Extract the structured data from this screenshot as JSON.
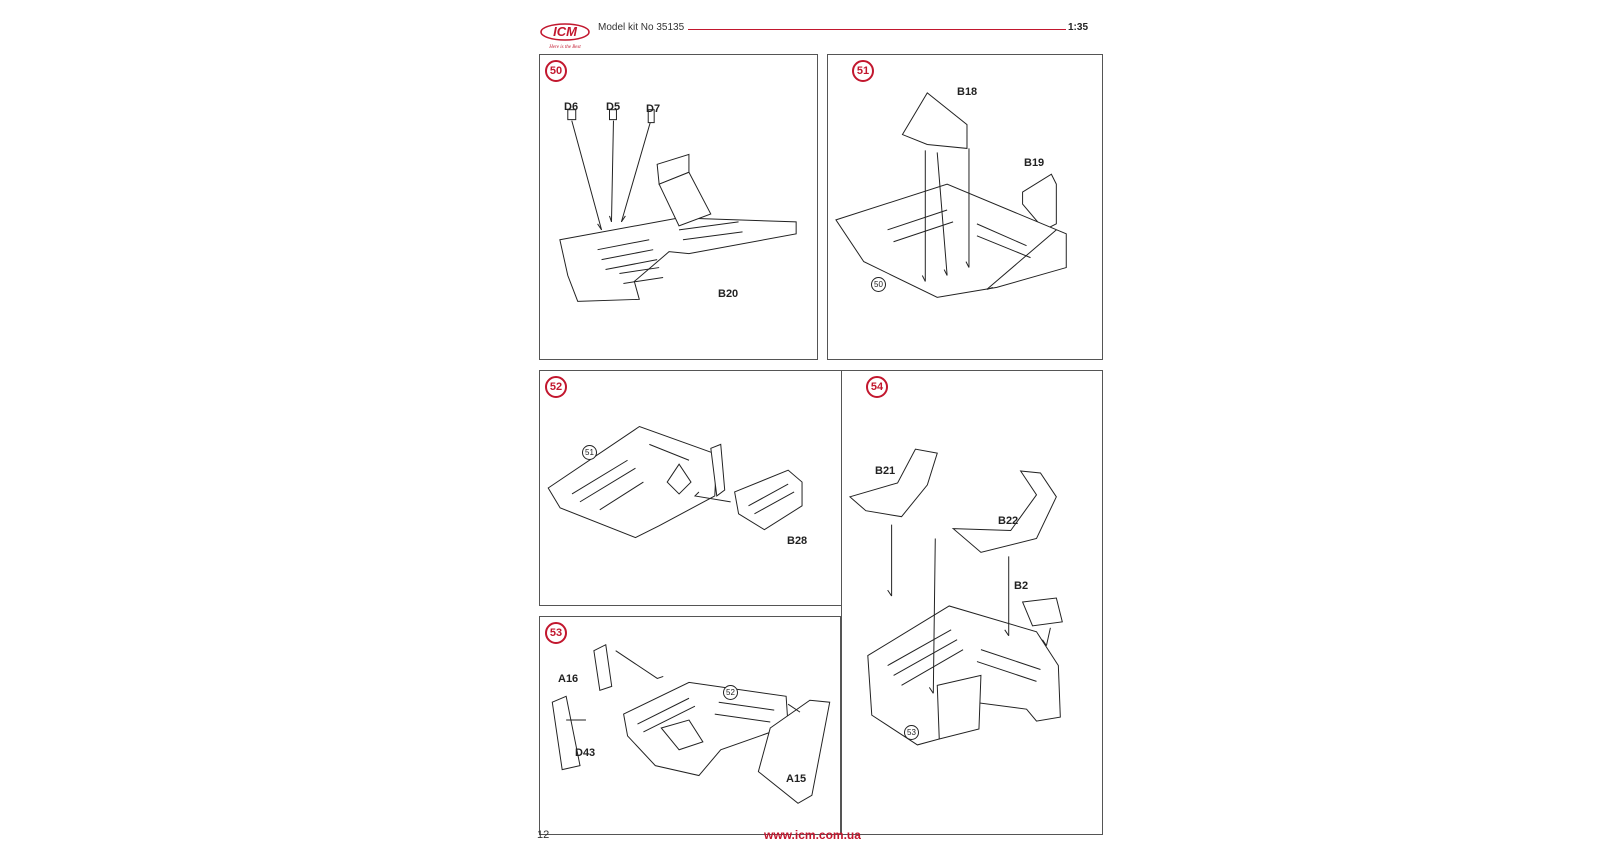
{
  "header": {
    "logo_text": "ICM",
    "logo_tagline": "Here is the Best",
    "model_title": "Model kit No 35135",
    "scale": "1:35"
  },
  "colors": {
    "accent": "#c2172e",
    "line": "#555555"
  },
  "steps": [
    {
      "number": "50",
      "parts": [
        "D6",
        "D5",
        "D7",
        "B20"
      ]
    },
    {
      "number": "51",
      "ref": "50",
      "parts": [
        "B18",
        "B19"
      ]
    },
    {
      "number": "52",
      "ref": "51",
      "parts": [
        "B28"
      ]
    },
    {
      "number": "53",
      "ref": "52",
      "parts": [
        "A16",
        "D43",
        "A15"
      ]
    },
    {
      "number": "54",
      "ref": "53",
      "parts": [
        "B21",
        "B22",
        "B2"
      ]
    }
  ],
  "footer": {
    "page_number": "12",
    "website": "www.icm.com.ua"
  }
}
